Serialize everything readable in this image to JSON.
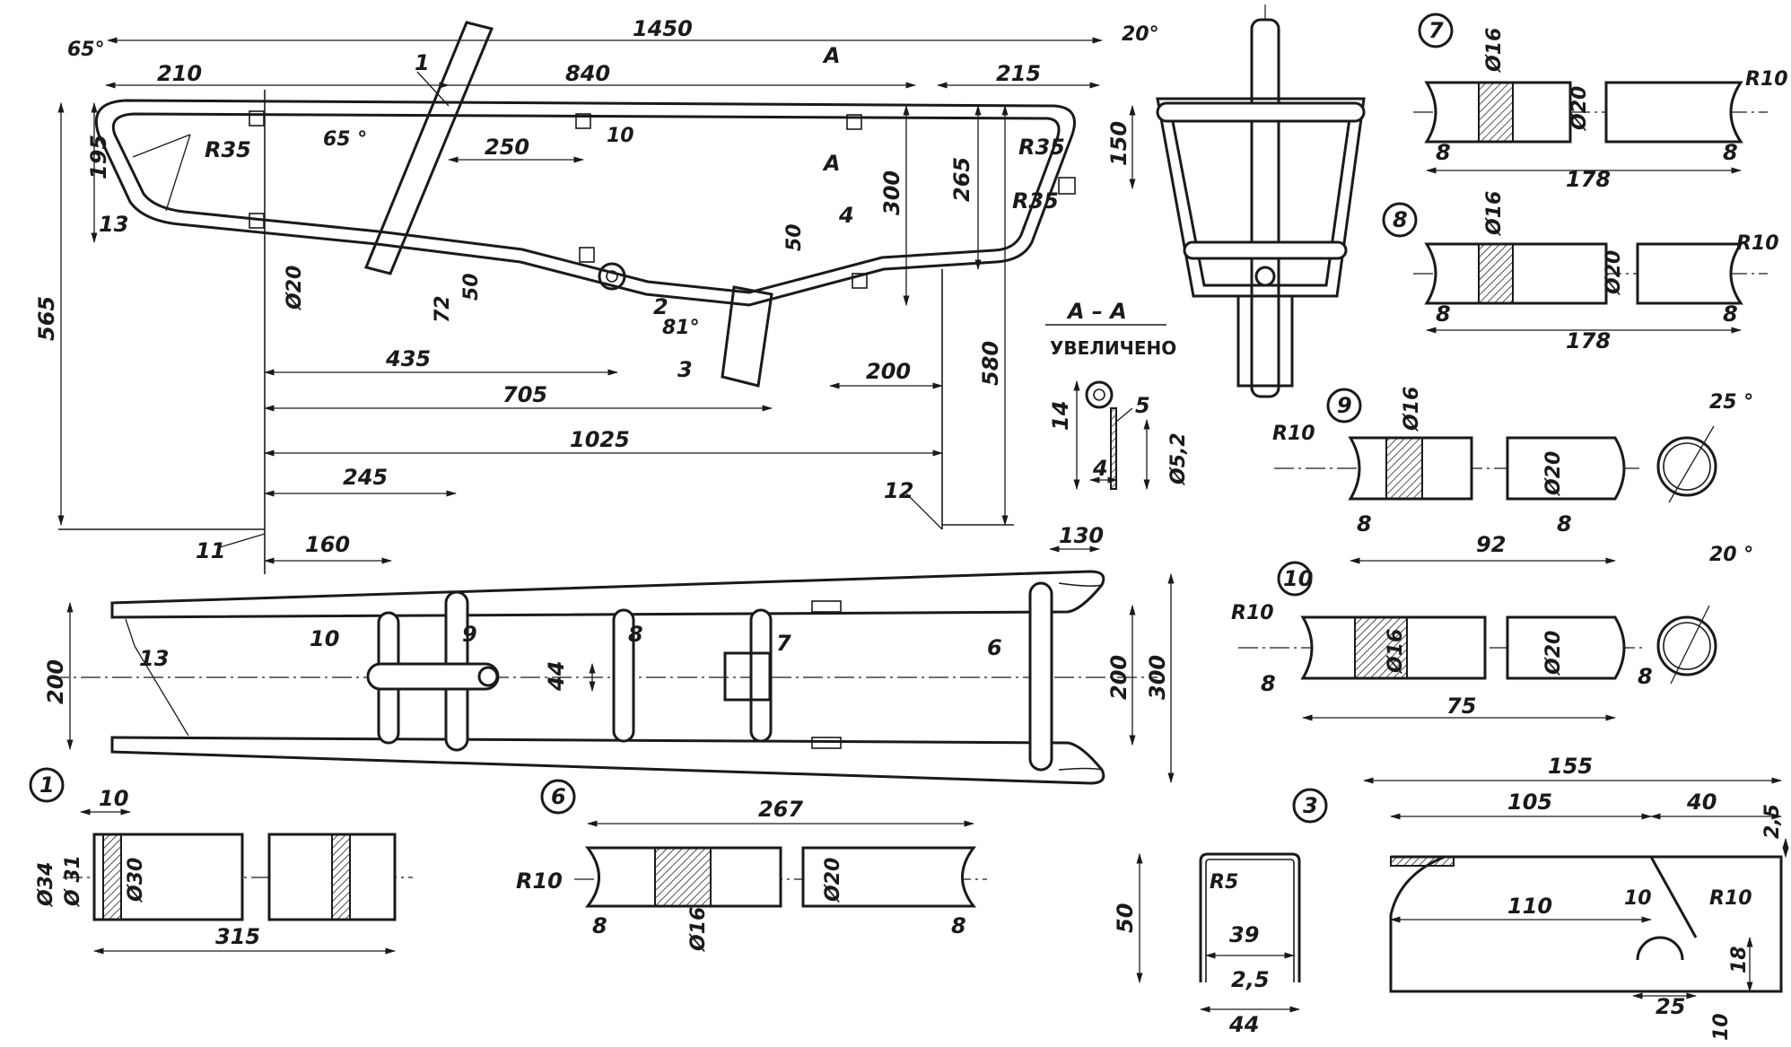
{
  "section_label": "А – А",
  "section_note": "УВЕЛИЧЕНО",
  "section_mark": "А",
  "part_numbers": [
    "1",
    "2",
    "3",
    "4",
    "5",
    "6",
    "7",
    "8",
    "9",
    "10",
    "11",
    "12",
    "13"
  ],
  "side_view_dims": {
    "total_length": "1450",
    "front_angle": "65°",
    "front_angle_inner": "65 °",
    "rear_angle": "20°",
    "d210": "210",
    "d840": "840",
    "d215": "215",
    "d250": "250",
    "d10": "10",
    "d195": "195",
    "r35_a": "R35",
    "r35_b": "R35",
    "r35_c": "R35",
    "d300": "300",
    "d265": "265",
    "d150": "150",
    "d50_a": "50",
    "d50_b": "50",
    "d72": "72",
    "phi20": "Ø20",
    "angle81": "81°",
    "d435": "435",
    "d705": "705",
    "d1025": "1025",
    "d200": "200",
    "d580": "580",
    "d565": "565"
  },
  "plan_view_dims": {
    "d245": "245",
    "d160": "160",
    "d130": "130",
    "d200_left": "200",
    "d44": "44",
    "d200_right": "200",
    "d300": "300"
  },
  "section_dims": {
    "d14": "14",
    "d4": "4",
    "phi52": "Ø5,2"
  },
  "detail_1": {
    "number": "1",
    "d10": "10",
    "phi34": "Ø34",
    "phi31": "Ø 31",
    "phi30": "Ø30",
    "len": "315"
  },
  "detail_6": {
    "number": "6",
    "len": "267",
    "r10": "R10",
    "phi20": "Ø20",
    "phi16": "Ø16",
    "d8a": "8",
    "d8b": "8"
  },
  "detail_3": {
    "number": "3",
    "d50": "50",
    "r5": "R5",
    "d39": "39",
    "d25": "2,5",
    "d44": "44",
    "len155": "155",
    "d105": "105",
    "d40": "40",
    "d25b": "2,5",
    "d110": "110",
    "d10": "10",
    "r10": "R10",
    "d18": "18",
    "d25c": "25",
    "d10b": "10"
  },
  "detail_7": {
    "number": "7",
    "phi16": "Ø16",
    "phi20": "Ø20",
    "r10": "R10",
    "d8a": "8",
    "d8b": "8",
    "len": "178"
  },
  "detail_8": {
    "number": "8",
    "phi16": "Ø16",
    "phi20": "Ø20",
    "r10": "R10",
    "d8a": "8",
    "d8b": "8",
    "len": "178"
  },
  "detail_9": {
    "number": "9",
    "phi16": "Ø16",
    "phi20": "Ø20",
    "r10": "R10",
    "d8a": "8",
    "d8b": "8",
    "len": "92",
    "angle": "25 °"
  },
  "detail_10": {
    "number": "10",
    "phi16": "Ø16",
    "phi20": "Ø20",
    "r10": "R10",
    "d8a": "8",
    "d8b": "8",
    "len": "75",
    "angle": "20 °"
  }
}
